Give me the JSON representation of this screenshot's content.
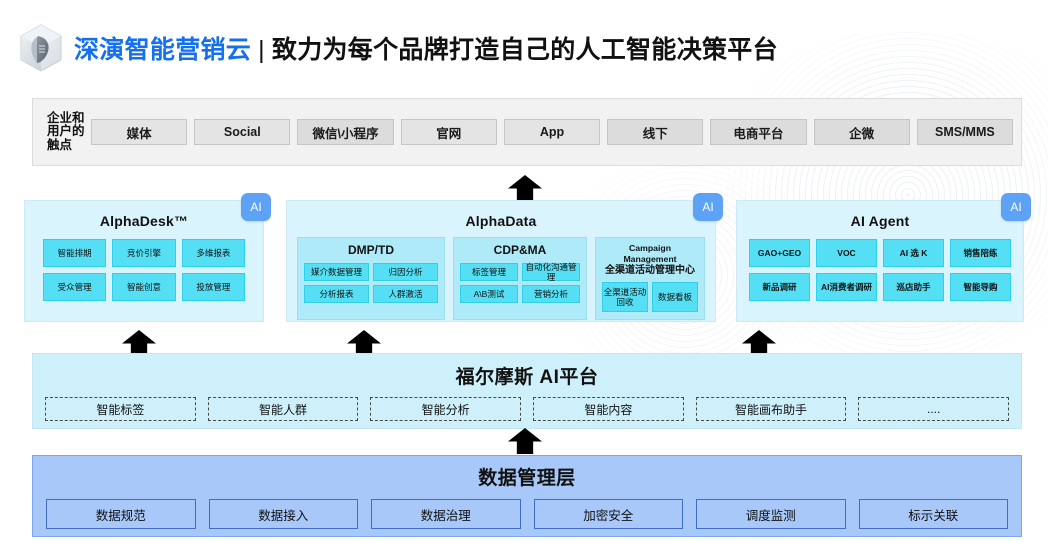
{
  "header": {
    "logo_icon": "hex-cube-logo-icon",
    "brand": "深演智能营销云",
    "separator": "|",
    "tagline": "致力为每个品牌打造自己的人工智能决策平台",
    "brand_color": "#1570ef"
  },
  "touchpoints": {
    "label": "企业和用户的触点",
    "items": [
      {
        "label": "媒体"
      },
      {
        "label": "Social"
      },
      {
        "label": "微信\\小程序"
      },
      {
        "label": "官网"
      },
      {
        "label": "App"
      },
      {
        "label": "线下"
      },
      {
        "label": "电商平台"
      },
      {
        "label": "企微"
      },
      {
        "label": "SMS/MMS"
      }
    ]
  },
  "products": {
    "ai_badge_label": "AI",
    "ai_badge_color": "#5da2f5",
    "alphadesk": {
      "title": "AlphaDesk™",
      "tiles": [
        "智能排期",
        "竞价引擎",
        "多维报表",
        "受众管理",
        "智能创意",
        "投放管理"
      ]
    },
    "alphadata": {
      "title": "AlphaData",
      "groups": [
        {
          "title": "DMP/TD",
          "subtitle": "",
          "tiles": [
            "媒介数据管理",
            "归因分析",
            "分析报表",
            "人群激活"
          ]
        },
        {
          "title": "CDP&MA",
          "subtitle": "",
          "tiles": [
            "标签管理",
            "自动化沟通管理",
            "A\\B测试",
            "营销分析"
          ]
        },
        {
          "title": "Campaign Management",
          "subtitle": "全渠道活动管理中心",
          "tiles": [
            "全渠道活动回收",
            "数据看板"
          ]
        }
      ]
    },
    "aiagent": {
      "title": "AI Agent",
      "tiles": [
        "GAO+GEO",
        "VOC",
        "AI 选 K",
        "销售陪练",
        "新品调研",
        "AI消费者调研",
        "巡店助手",
        "智能导购"
      ]
    }
  },
  "platform": {
    "title": "福尔摩斯 AI平台",
    "items": [
      "智能标签",
      "智能人群",
      "智能分析",
      "智能内容",
      "智能画布助手",
      "...."
    ]
  },
  "datalayer": {
    "title": "数据管理层",
    "items": [
      "数据规范",
      "数据接入",
      "数据治理",
      "加密安全",
      "调度监测",
      "标示关联"
    ]
  },
  "arrows": {
    "up_arrow_icon": "arrow-up-icon",
    "count": 5
  }
}
